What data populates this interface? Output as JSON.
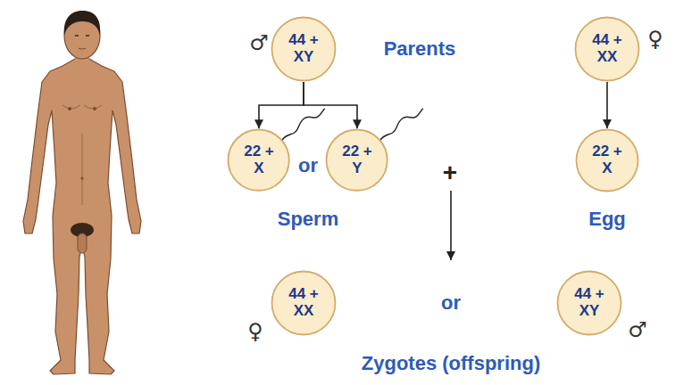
{
  "diagram": {
    "nodes": [
      {
        "text": [
          "44 + XY"
        ]
      },
      {
        "text": [
          "44 + XX"
        ]
      },
      {
        "text": [
          "22 + X"
        ]
      },
      {
        "text": [
          "22 + Y"
        ]
      },
      {
        "text": [
          "22 + X"
        ]
      },
      {
        "text": [
          "44 + XX"
        ]
      },
      {
        "text": [
          "44 + XY"
        ]
      }
    ],
    "edges": [
      {
        "from": 0,
        "to": 2,
        "arrow": "to"
      },
      {
        "from": 0,
        "to": 3,
        "arrow": "to"
      },
      {
        "from": 1,
        "to": 4,
        "arrow": "to"
      }
    ],
    "labels": [
      "♂",
      "Parents",
      "♀",
      "or",
      "+",
      "Sperm",
      "Egg",
      "♀",
      "or",
      "♂",
      "Zygotes (offspring)"
    ]
  }
}
